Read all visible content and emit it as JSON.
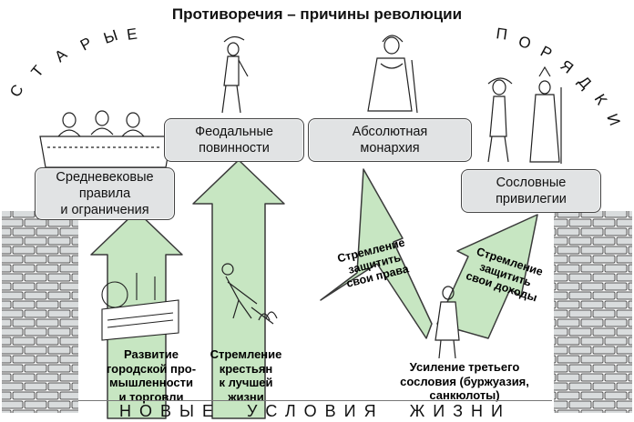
{
  "title": "Противоречия – причины революции",
  "arc_top": {
    "left_word": "СТАРЫЕ",
    "right_word": "ПОРЯДКИ"
  },
  "arc_bottom": "НОВЫЕ  УСЛОВИЯ  ЖИЗНИ",
  "boxes": [
    "Средневековые\nправила\nи ограничения",
    "Феодальные\nповинности",
    "Абсолютная\nмонархия",
    "Сословные\nпривилегии"
  ],
  "captions": [
    "Развитие\nгородской про-\nмышленности\nи торговли",
    "Стремление\nкрестьян\nк лучшей\nжизни",
    "Усиление третьего\nсословия (буржуазия,\nсанкюлоты)"
  ],
  "arrow_labels": [
    "Стремление\nзащитить\nсвои права",
    "Стремление\nзащитить\nсвои доходы"
  ],
  "colors": {
    "arrow_fill": "#c7e6c2",
    "arrow_stroke": "#3a3a3a",
    "box_fill": "#e1e3e4",
    "brick": "#d9dcdd"
  }
}
